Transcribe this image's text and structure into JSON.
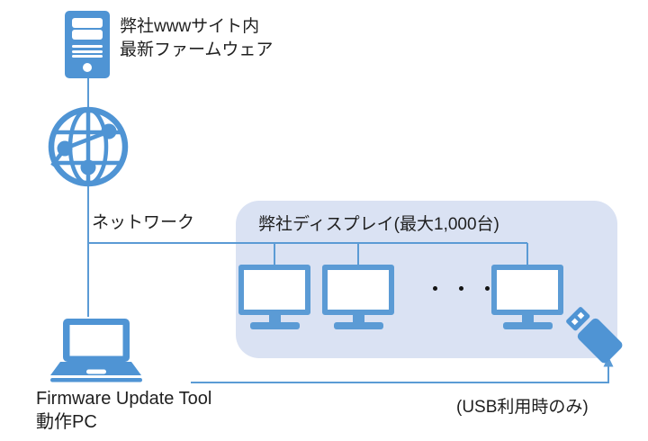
{
  "diagram": {
    "kind": "firmware-update-network-diagram",
    "labels": {
      "server": "弊社wwwサイト内\n最新ファームウェア",
      "network": "ネットワーク",
      "display_group": "弊社ディスプレイ(最大1,000台)",
      "pc": "Firmware Update Tool\n動作PC",
      "usb_note": "(USB利用時のみ)"
    },
    "icons": {
      "server": "server-icon",
      "globe": "network-globe-icon",
      "laptop": "laptop-icon",
      "display": "display-monitor-icon",
      "usb": "usb-drive-icon"
    },
    "displays_shown": 3,
    "ellipsis_dots": 3,
    "colors": {
      "accent_blue": "#5B9BD5",
      "icon_blue": "#4F94D4",
      "group_box_fill": "#DAE2F3",
      "text": "#1F1F1F"
    }
  }
}
